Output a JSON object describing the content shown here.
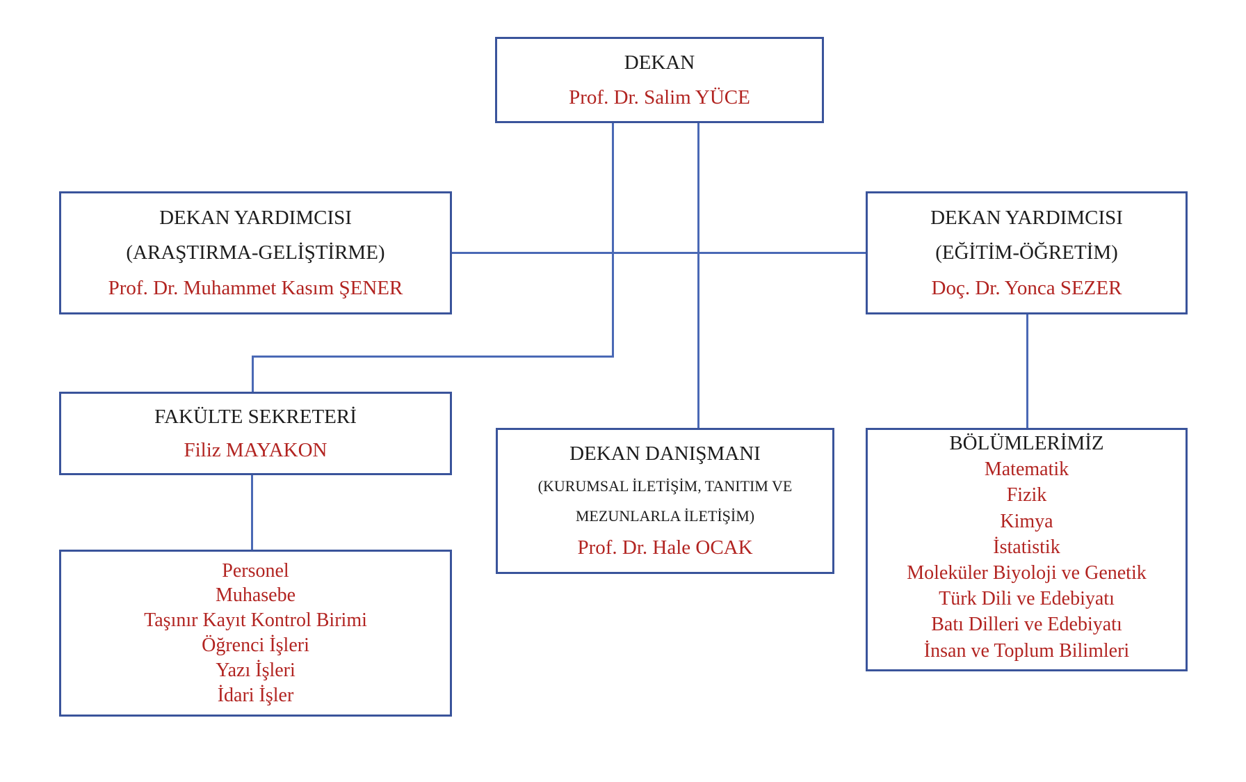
{
  "colors": {
    "box_border": "#3a549b",
    "connector": "#4a69b5",
    "title_text": "#1c1c1c",
    "name_text": "#b22421"
  },
  "org_chart": {
    "dekan": {
      "title": "DEKAN",
      "name": "Prof. Dr. Salim YÜCE"
    },
    "vice_dean_research": {
      "title": "DEKAN YARDIMCISI",
      "subtitle": "(ARAŞTIRMA-GELİŞTİRME)",
      "name": "Prof. Dr. Muhammet Kasım ŞENER"
    },
    "vice_dean_education": {
      "title": "DEKAN YARDIMCISI",
      "subtitle": "(EĞİTİM-ÖĞRETİM)",
      "name": "Doç. Dr. Yonca SEZER"
    },
    "faculty_secretary": {
      "title": "FAKÜLTE SEKRETERİ",
      "name": "Filiz MAYAKON"
    },
    "dean_advisor": {
      "title": "DEKAN DANIŞMANI",
      "subtitle_line1": "(KURUMSAL İLETİŞİM, TANITIM VE",
      "subtitle_line2": "MEZUNLARLA İLETİŞİM)",
      "name": "Prof. Dr. Hale OCAK"
    },
    "departments": {
      "title": "BÖLÜMLERİMİZ",
      "items": [
        "Matematik",
        "Fizik",
        "Kimya",
        "İstatistik",
        "Moleküler Biyoloji ve Genetik",
        "Türk Dili ve Edebiyatı",
        "Batı Dilleri ve Edebiyatı",
        "İnsan ve Toplum Bilimleri"
      ]
    },
    "admin_units": {
      "items": [
        "Personel",
        "Muhasebe",
        "Taşınır Kayıt Kontrol Birimi",
        "Öğrenci İşleri",
        "Yazı İşleri",
        "İdari İşler"
      ]
    }
  }
}
